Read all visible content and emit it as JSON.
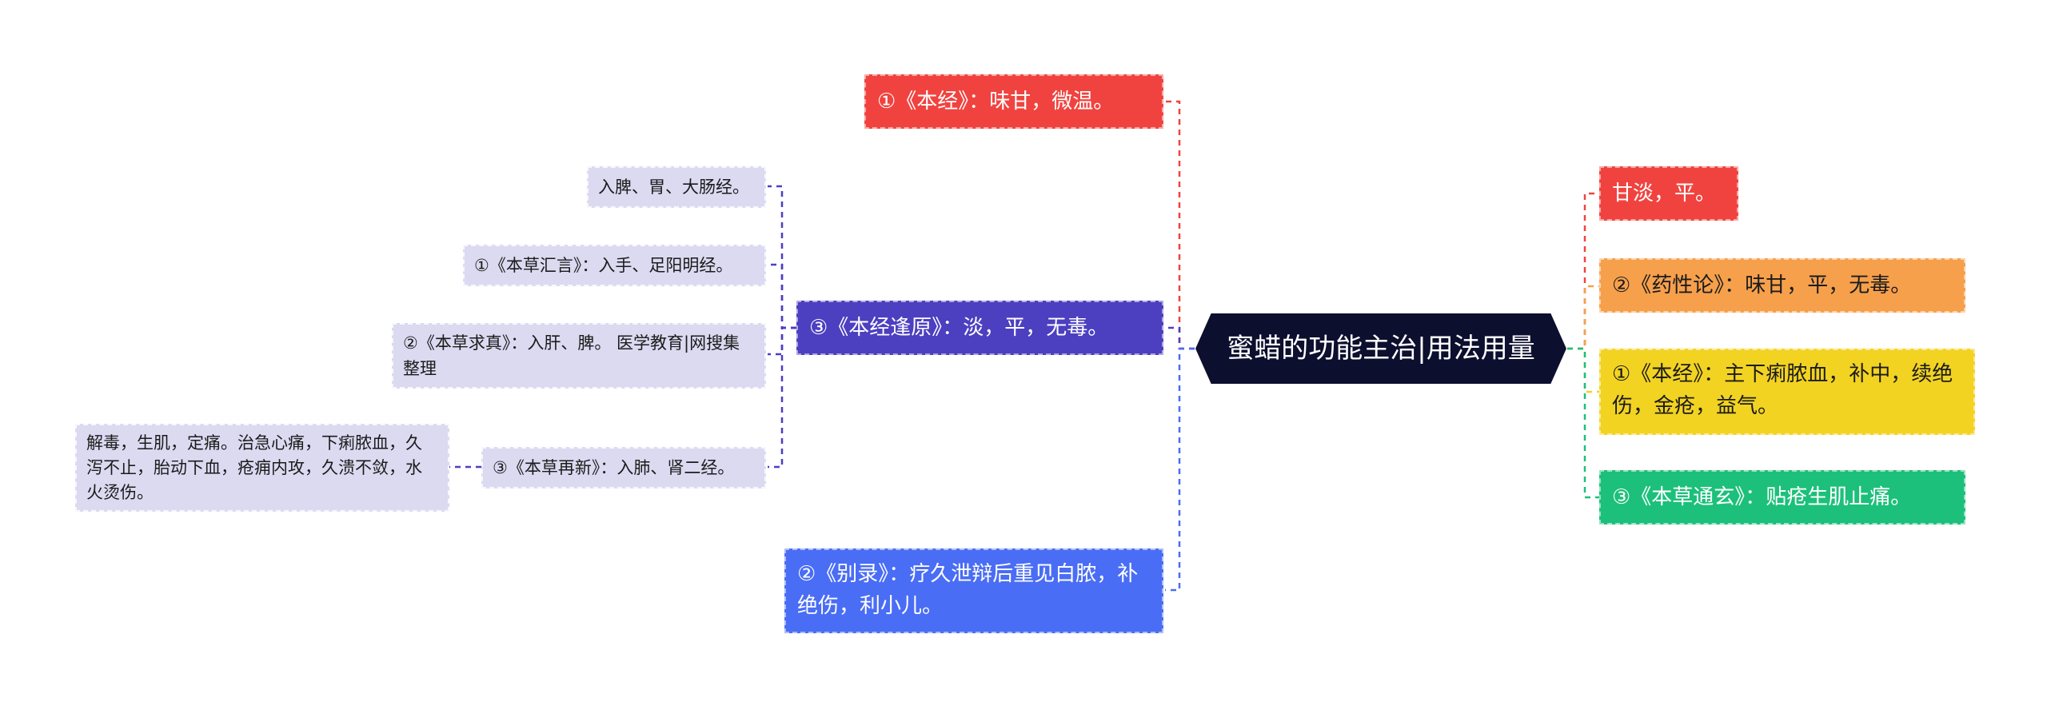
{
  "root": {
    "label": "蜜蜡的功能主治|用法用量"
  },
  "left": {
    "node_benjing": "①《本经》：味甘，微温。",
    "node_fengyuan": "③《本经逢原》：淡，平，无毒。",
    "node_bielu": "②《别录》：疗久泄辩后重见白脓，补绝伤，利小儿。",
    "sub_rupi": "入脾、胃、大肠经。",
    "sub_huiyan": "①《本草汇言》：入手、足阳明经。",
    "sub_qiuzhen": "②《本草求真》：入肝、脾。 医学教育|网搜集整理",
    "sub_zaixin": "③《本草再新》：入肺、肾二经。",
    "leaf_jiedu": "解毒，生肌，定痛。治急心痛，下痢脓血，久泻不止，胎动下血，疮痈内攻，久溃不敛，水火烫伤。"
  },
  "right": {
    "node_gandan": "甘淡，平。",
    "node_yaoxing": "②《药性论》：味甘，平，无毒。",
    "node_benjing2": "①《本经》：主下痢脓血，补中，续绝伤，金疮，益气。",
    "node_tongxuan": "③《本草通玄》：贴疮生肌止痛。"
  },
  "colors": {
    "root": "#0c0f2e",
    "red": "#f0433f",
    "purple": "#4c3fc0",
    "blue": "#4a6df5",
    "orange": "#f6a04c",
    "yellow": "#f2d322",
    "green": "#1cc07a",
    "lavender": "#dcdaf1"
  }
}
